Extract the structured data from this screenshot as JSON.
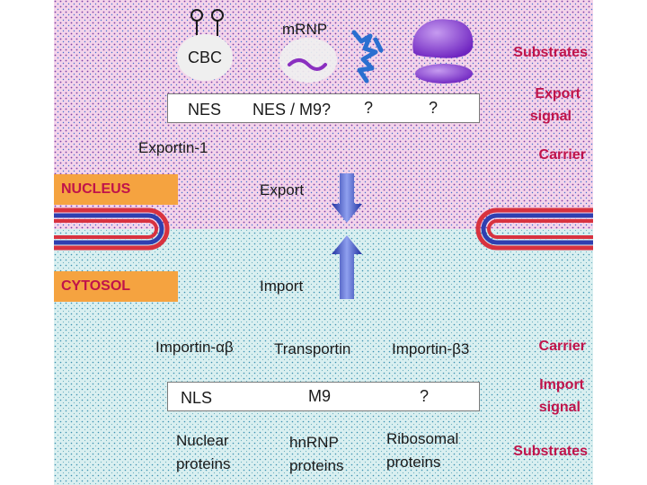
{
  "colors": {
    "nucleus_bg": "#f4d4ea",
    "cytosol_bg": "#d9eff0",
    "label_box": "#f5a340",
    "accent_text": "#c0134a",
    "arrow": "#2c3ea8",
    "membrane_outer": "#d8323f",
    "membrane_inner": "#2f3fb0",
    "substrate_purple": "#8a3fd4",
    "protein_blue": "#2a6fd0"
  },
  "nucleus": {
    "label": "NUCLEUS",
    "substrates": {
      "cbc_label": "CBC",
      "mrnp_label": "mRNP"
    },
    "export_signals": [
      "NES",
      "NES / M9?",
      "?",
      "?"
    ],
    "carrier_name": "Exportin-1",
    "direction_label": "Export"
  },
  "cytosol": {
    "label": "CYTOSOL",
    "direction_label": "Import",
    "carriers": [
      "Importin-αβ",
      "Transportin",
      "Importin-β3"
    ],
    "import_signals": [
      "NLS",
      "M9",
      "?"
    ],
    "substrates": [
      [
        "Nuclear",
        "proteins"
      ],
      [
        "hnRNP",
        "proteins"
      ],
      [
        "Ribosomal",
        "proteins"
      ]
    ]
  },
  "side_labels": {
    "substrates_top": "Substrates",
    "export_signal": [
      "Export",
      "signal"
    ],
    "carrier_top": "Carrier",
    "carrier_bottom": "Carrier",
    "import_signal": [
      "Import",
      "signal"
    ],
    "substrates_bottom": "Substrates"
  }
}
